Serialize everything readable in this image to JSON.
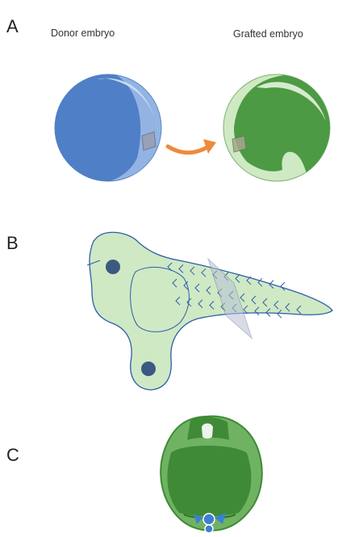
{
  "panels": {
    "a": {
      "letter": "A",
      "donor_label": "Donor embryo",
      "grafted_label": "Grafted embryo"
    },
    "b": {
      "letter": "B"
    },
    "c": {
      "letter": "C"
    }
  },
  "colors": {
    "donor_dark": "#4f7fc6",
    "donor_light": "#93b4e3",
    "host_dark": "#4c9a43",
    "host_light": "#cfe9c4",
    "larva_fill": "#cfe9c4",
    "larva_outline": "#2e5da8",
    "eye": "#3b5a82",
    "arrow": "#ee8a3d",
    "graft": "#9aa0b4",
    "section_plane": "#b8c0d4",
    "section_dark": "#3f8a37",
    "section_light": "#6fb362",
    "section_blue": "#3d7fd0"
  },
  "icons": [
    "donor-embryo",
    "grafted-embryo",
    "transplant-arrow",
    "larva",
    "section-plane",
    "cross-section"
  ]
}
